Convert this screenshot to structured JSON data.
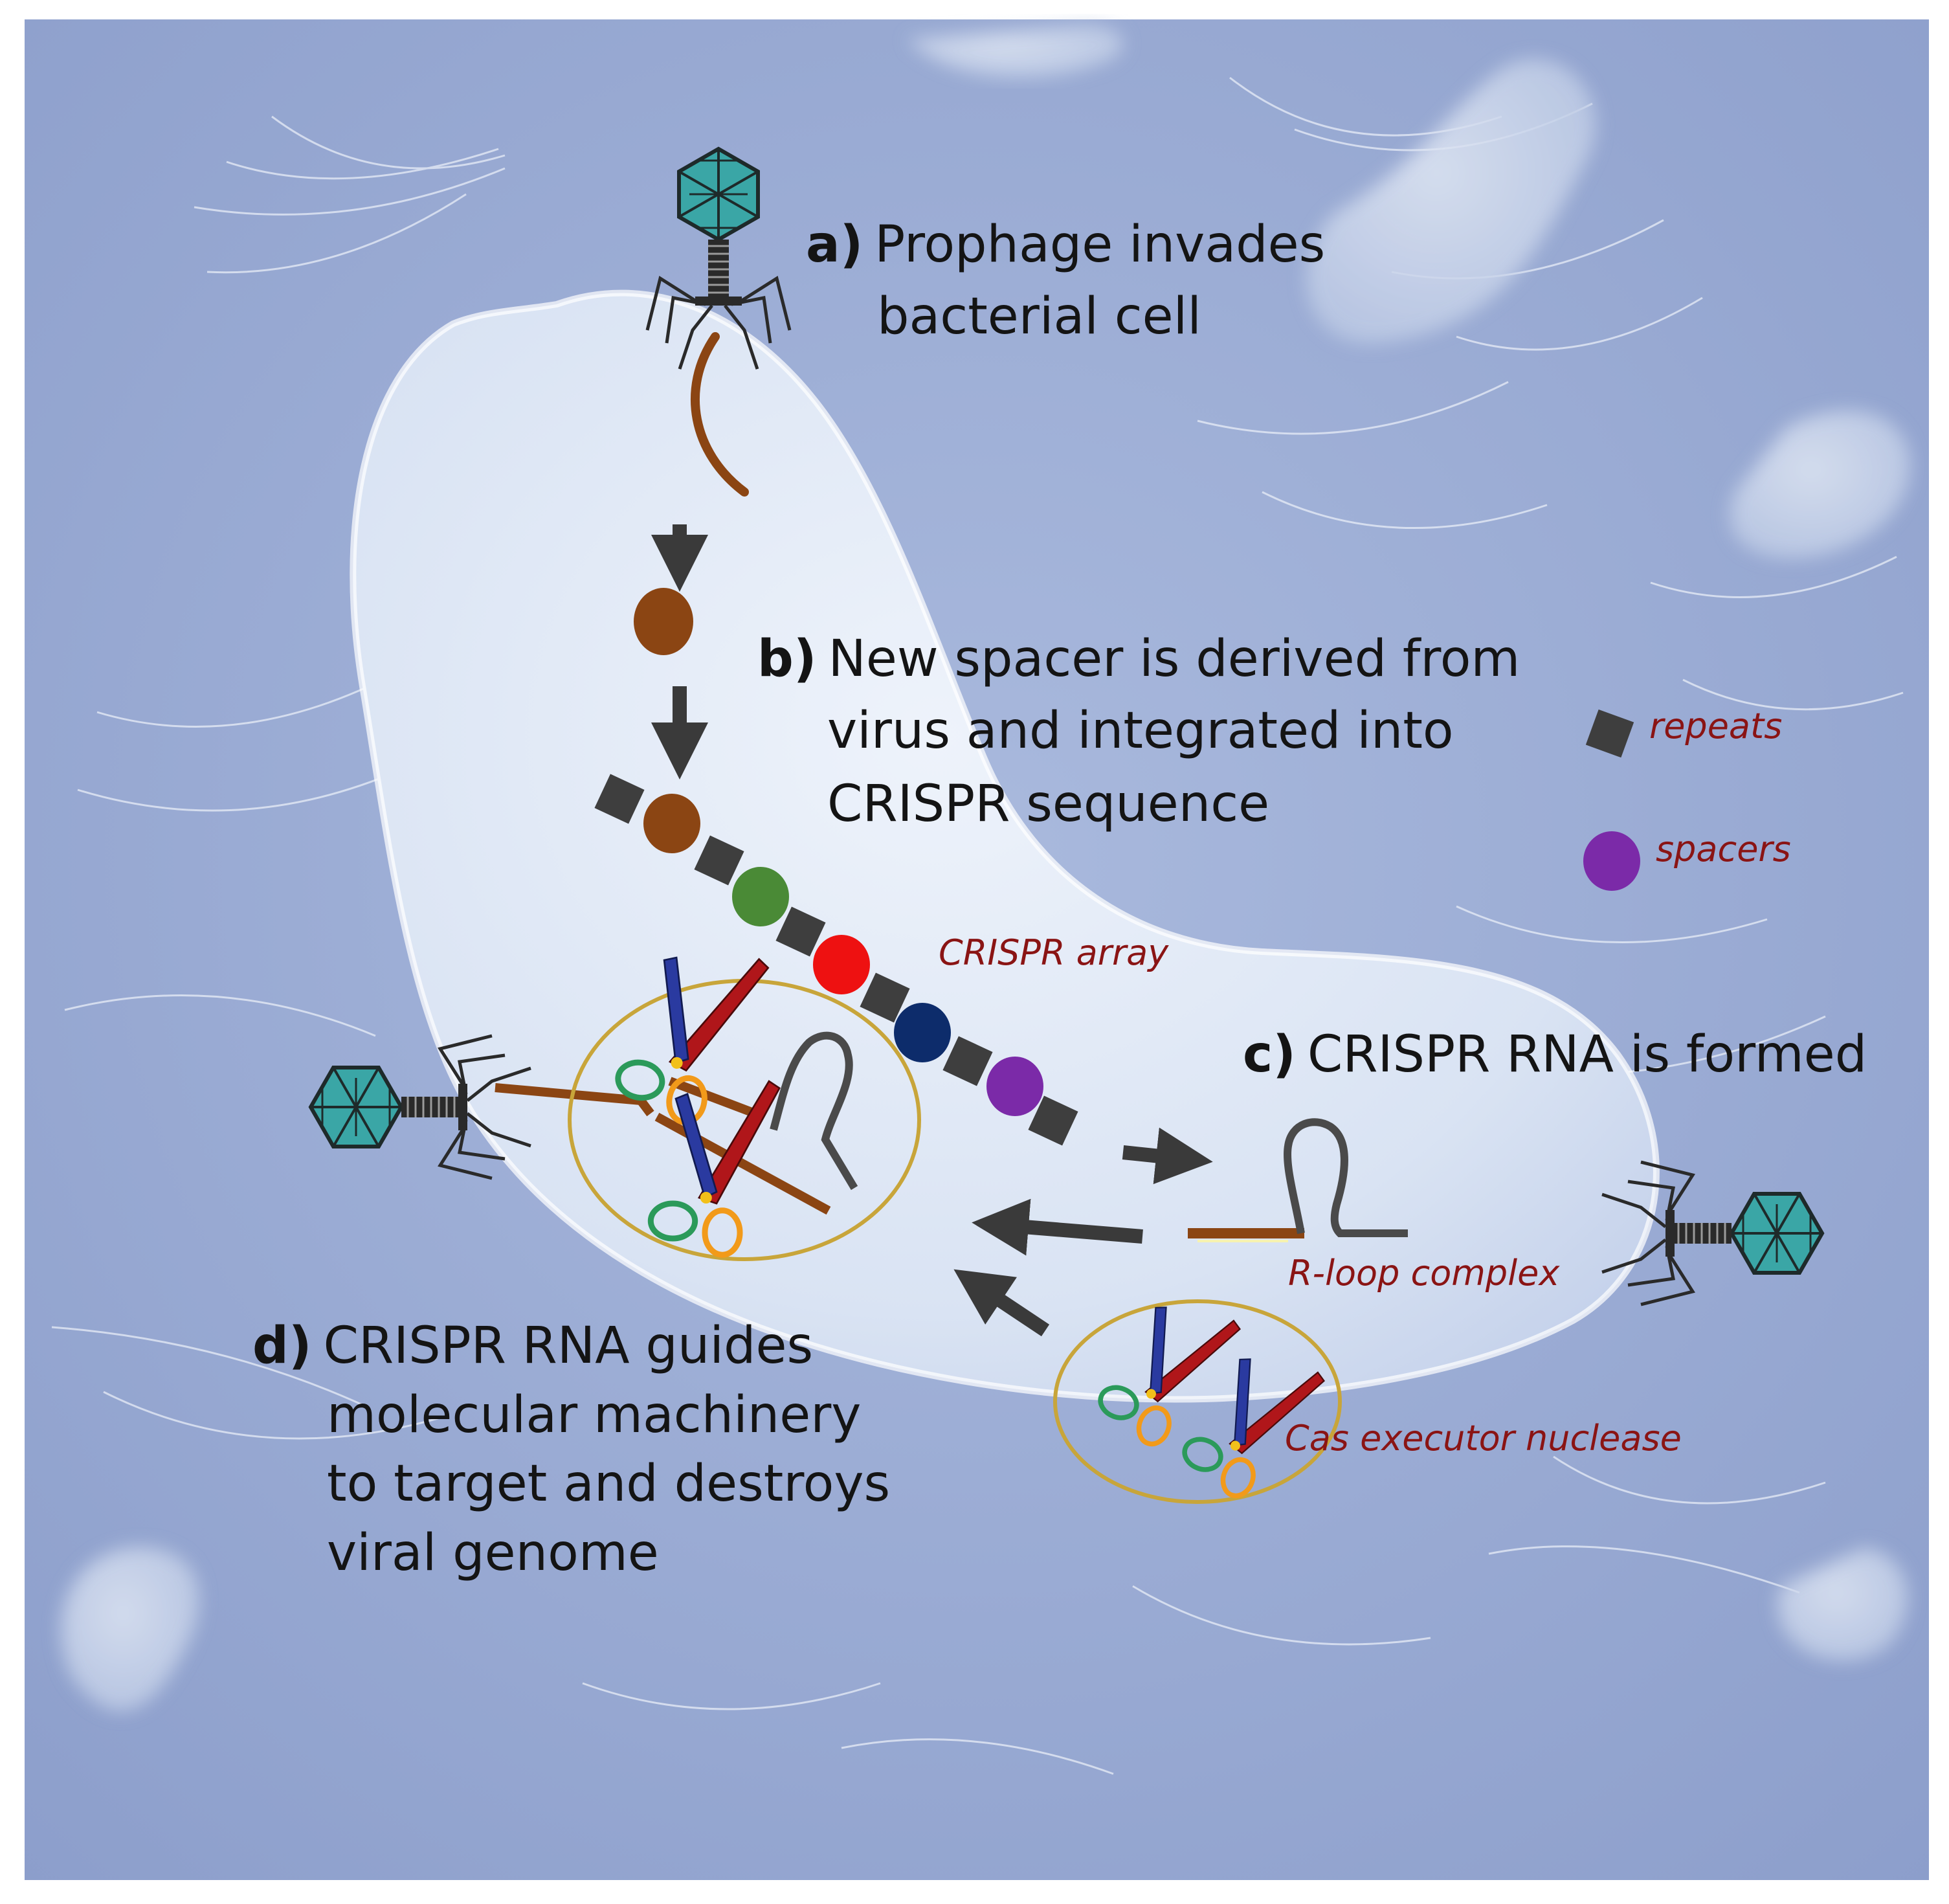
{
  "steps": {
    "a": {
      "letter": "a)",
      "line1": "Prophage invades",
      "line2": "bacterial cell"
    },
    "b": {
      "letter": "b)",
      "line1": "New spacer is derived from",
      "line2": "virus and integrated into",
      "line3": "CRISPR sequence"
    },
    "c": {
      "letter": "c)",
      "line1": "CRISPR RNA is formed"
    },
    "d": {
      "letter": "d)",
      "line1": "CRISPR RNA guides",
      "line2": "molecular machinery",
      "line3": "to target and destroys",
      "line4": "viral genome"
    }
  },
  "legend": {
    "repeats": "repeats",
    "spacers": "spacers",
    "crispr_array": "CRISPR array",
    "r_loop_complex": "R-loop complex",
    "cas_executor": "Cas executor nuclease"
  },
  "colors": {
    "background": "#97a9d1",
    "cell": "#dde6f5",
    "label_dark_red": "#8a1414",
    "dna_brown": "#8b4513",
    "repeat_gray": "#3e3e3e",
    "phage_head": "#3aa6a6",
    "ring_gold": "#c8a53a",
    "spacer_colors": [
      "#8b4513",
      "#4a8a36",
      "#ee1111",
      "#0d2c6b",
      "#7b2aa8"
    ]
  },
  "icons": [
    "bacteriophage-icon",
    "scissors-icon",
    "hairpin-rna-icon",
    "arrow-icon"
  ]
}
